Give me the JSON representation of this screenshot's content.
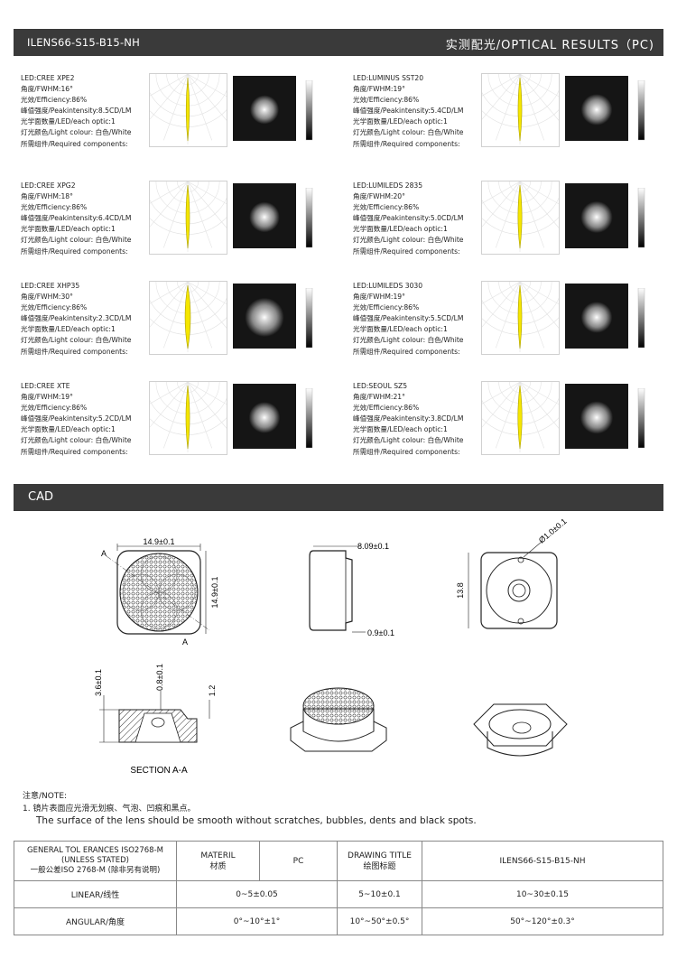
{
  "header": {
    "left_title": "ILENS66-S15-B15-NH",
    "right_title": "实测配光/OPTICAL RESULTS（PC)"
  },
  "optics": [
    {
      "led": "LED:CREE  XPE2",
      "fwhm": "角度/FWHM:16°",
      "eff": "光效/Efficiency:86%",
      "peak": "峰值强度/Peakintensity:8.5CD/LM",
      "count": "光学面数量/LED/each optic:1",
      "colour": "灯光颜色/Light colour: 白色/White",
      "comp": "所需组件/Required components:"
    },
    {
      "led": "LED:LUMINUS SST20",
      "fwhm": "角度/FWHM:19°",
      "eff": "光效/Efficiency:86%",
      "peak": "峰值强度/Peakintensity:5.4CD/LM",
      "count": "光学面数量/LED/each optic:1",
      "colour": "灯光颜色/Light colour: 白色/White",
      "comp": "所需组件/Required components:"
    },
    {
      "led": "LED:CREE  XPG2",
      "fwhm": "角度/FWHM:18°",
      "eff": "光效/Efficiency:86%",
      "peak": "峰值强度/Peakintensity:6.4CD/LM",
      "count": "光学面数量/LED/each optic:1",
      "colour": "灯光颜色/Light colour: 白色/White",
      "comp": "所需组件/Required components:"
    },
    {
      "led": "LED:LUMILEDS 2835",
      "fwhm": "角度/FWHM:20°",
      "eff": "光效/Efficiency:86%",
      "peak": "峰值强度/Peakintensity:5.0CD/LM",
      "count": "光学面数量/LED/each optic:1",
      "colour": "灯光颜色/Light colour: 白色/White",
      "comp": "所需组件/Required components:"
    },
    {
      "led": "LED:CREE  XHP35",
      "fwhm": "角度/FWHM:30°",
      "eff": "光效/Efficiency:86%",
      "peak": "峰值强度/Peakintensity:2.3CD/LM",
      "count": "光学面数量/LED/each optic:1",
      "colour": "灯光颜色/Light colour: 白色/White",
      "comp": "所需组件/Required components:"
    },
    {
      "led": "LED:LUMILEDS 3030",
      "fwhm": "角度/FWHM:19°",
      "eff": "光效/Efficiency:86%",
      "peak": "峰值强度/Peakintensity:5.5CD/LM",
      "count": "光学面数量/LED/each optic:1",
      "colour": "灯光颜色/Light colour: 白色/White",
      "comp": "所需组件/Required components:"
    },
    {
      "led": "LED:CREE XTE",
      "fwhm": "角度/FWHM:19°",
      "eff": "光效/Efficiency:86%",
      "peak": "峰值强度/Peakintensity:5.2CD/LM",
      "count": "光学面数量/LED/each optic:1",
      "colour": "灯光颜色/Light colour: 白色/White",
      "comp": "所需组件/Required components:"
    },
    {
      "led": "LED:SEOUL SZ5",
      "fwhm": "角度/FWHM:21°",
      "eff": "光效/Efficiency:86%",
      "peak": "峰值强度/Peakintensity:3.8CD/LM",
      "count": "光学面数量/LED/each optic:1",
      "colour": "灯光颜色/Light colour: 白色/White",
      "comp": "所需组件/Required components:"
    }
  ],
  "cad": {
    "title": "CAD",
    "dim_width": "14.9±0.1",
    "dim_height": "14.9±0.1",
    "dim_side_height": "8.09±0.1",
    "dim_base": "0.9±0.1",
    "dim_hole": "Ø1.0±0.1",
    "dim_depth": "13.8",
    "dim_sec_a": "3.6±0.1",
    "dim_sec_b": "0.8±0.1",
    "dim_sec_c": "1.2",
    "section_label": "SECTION  A-A",
    "arrow_label": "A"
  },
  "notes": {
    "title": "注意/NOTE:",
    "line1": "1. 镜片表面应光滑无划痕、气泡、凹痕和黑点。",
    "line2": "The surface of the lens should be smooth without scratches, bubbles, dents and black spots."
  },
  "table": {
    "tol_title": "GENERAL TOL ERANCES ISO2768-M",
    "tol_sub": "(UNLESS STATED)",
    "tol_cn": "一般公差ISO 2768-M (除非另有说明)",
    "material_label": "MATERIL",
    "material_cn": "材质",
    "material_value": "PC",
    "drawing_label": "DRAWING TITLE",
    "drawing_cn": "绘图标题",
    "drawing_value": "ILENS66-S15-B15-NH",
    "linear_label": "LINEAR/线性",
    "linear": [
      "0~5±0.05",
      "5~10±0.1",
      "10~30±0.15"
    ],
    "angular_label": "ANGULAR/角度",
    "angular": [
      "0°~10°±1°",
      "10°~50°±0.5°",
      "50°~120°±0.3°"
    ]
  }
}
